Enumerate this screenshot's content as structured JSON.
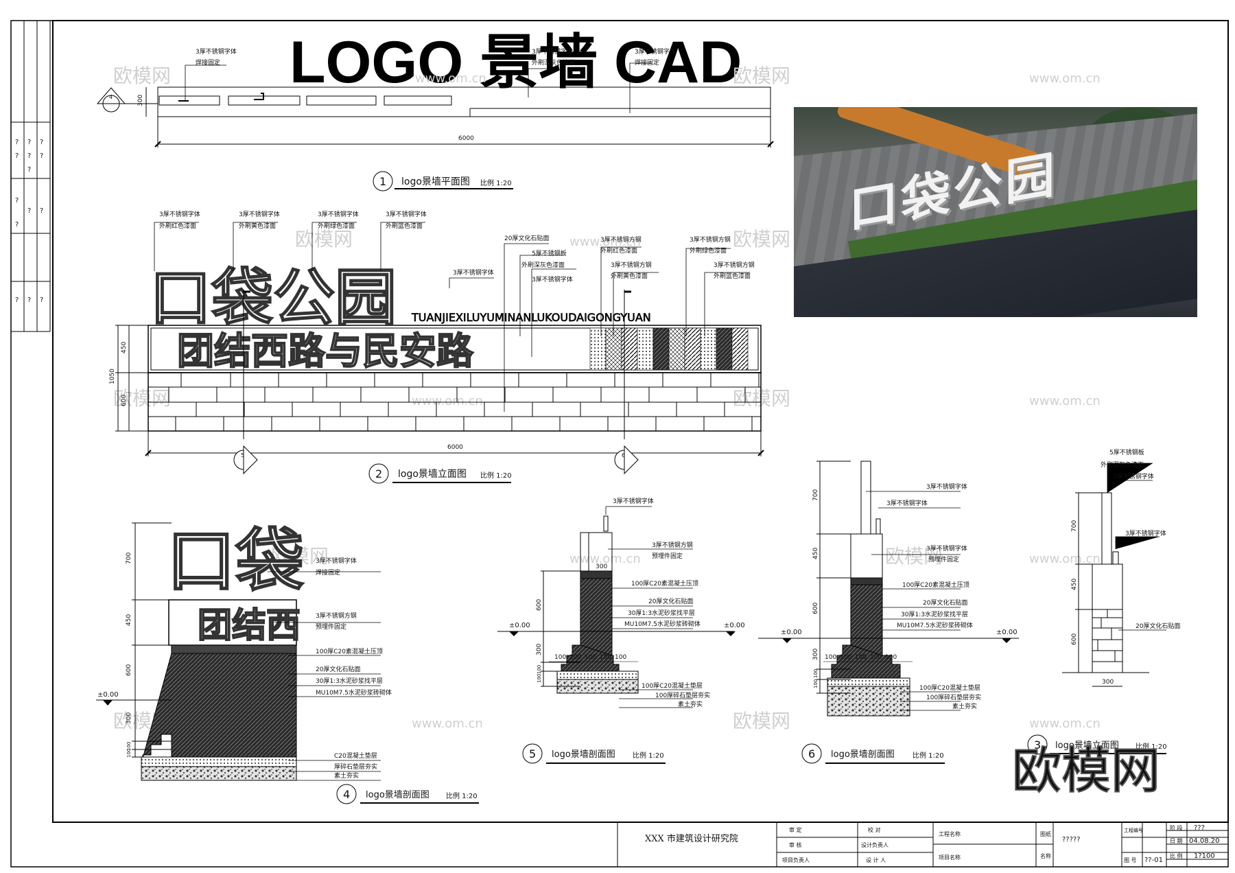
{
  "title": "LOGO 景墙 CAD",
  "watermark": "欧模网",
  "watermark_url": "www.om.cn",
  "left_strip_marks": [
    "?",
    "?",
    "?",
    "?",
    "?",
    "?",
    "?",
    "?",
    "?",
    "?",
    "?",
    "?",
    "?",
    "?"
  ],
  "plan": {
    "title": "logo景墙平面图",
    "num": "1",
    "scale": "比例 1:20",
    "dim_width": "6000",
    "dim_depth": "300",
    "section_mark": "4",
    "labels": [
      "3厚不锈钢字体",
      "焊接固定",
      "3厚不锈钢字体",
      "外刷深灰色漆面",
      "3厚不锈钢字体",
      "焊接固定"
    ]
  },
  "elevation": {
    "title": "logo景墙立面图",
    "num": "2",
    "scale": "比例 1:20",
    "dim_width": "6000",
    "dim_total": "1050",
    "dim_top": "450",
    "dim_bottom": "600",
    "big_text": "口袋公园",
    "pinyin": "TUANJIEXILUYUMINANLUKOUDAIGONGYUAN",
    "road_text": "团结西路与民安路",
    "sec5": "5",
    "sec6": "6",
    "labels_top": [
      {
        "a": "3厚不锈钢字体",
        "b": "外刷红色漆面"
      },
      {
        "a": "3厚不锈钢字体",
        "b": "外刷黄色漆面"
      },
      {
        "a": "3厚不锈钢字体",
        "b": "外刷绿色漆面"
      },
      {
        "a": "3厚不锈钢字体",
        "b": "外刷蓝色漆面"
      }
    ],
    "labels_mid": [
      "20厚文化石贴面",
      "5厚不锈钢板",
      "外刷深灰色漆面",
      "3厚不锈钢字体",
      "3厚不锈钢字体"
    ],
    "labels_right": [
      {
        "a": "3厚不锈钢方钢",
        "b": "外刷红色漆面"
      },
      {
        "a": "3厚不锈钢方钢",
        "b": "外刷黄色漆面"
      },
      {
        "a": "3厚不锈钢方钢",
        "b": "外刷绿色漆面"
      },
      {
        "a": "3厚不锈钢方钢",
        "b": "外刷蓝色漆面"
      }
    ]
  },
  "section4": {
    "title": "logo景墙剖面图",
    "num": "4",
    "scale": "比例 1:20",
    "big_text": "口袋",
    "sub_text": "团结西",
    "level": "±0.00",
    "dims": [
      "700",
      "450",
      "600",
      "300",
      "100",
      "100"
    ],
    "labels": [
      "3厚不锈钢字体",
      "焊接固定",
      "3厚不锈钢方钢",
      "预埋件固定",
      "100厚C20素混凝土压顶",
      "20厚文化石贴面",
      "30厚1:3水泥砂浆找平层",
      "MU10M7.5水泥砂浆砖砌体",
      "C20混凝土垫层",
      "厚碎石垫层夯实",
      "素土夯实"
    ]
  },
  "section5": {
    "title": "logo景墙剖面图",
    "num": "5",
    "scale": "比例 1:20",
    "level_l": "±0.00",
    "level_r": "±0.00",
    "dims": [
      "300",
      "600",
      "300",
      "100",
      "100"
    ],
    "base_dims": [
      "100",
      "100",
      "100",
      "100",
      "100"
    ],
    "labels": [
      "3厚不锈钢字体",
      "3厚不锈钢方钢",
      "预埋件固定",
      "100厚C20素混凝土压顶",
      "20厚文化石贴面",
      "30厚1:3水泥砂浆找平层",
      "MU10M7.5水泥砂浆砖砌体",
      "100厚C20混凝土垫层",
      "100厚碎石垫层夯实",
      "素土夯实"
    ]
  },
  "section6": {
    "title": "logo景墙剖面图",
    "num": "6",
    "scale": "比例 1:20",
    "level_l": "±0.00",
    "level_r": "±0.00",
    "dims": [
      "700",
      "450",
      "600",
      "300",
      "100",
      "100"
    ],
    "base_dims": [
      "100",
      "100",
      "100",
      "100",
      "100"
    ],
    "labels": [
      "3厚不锈钢字体",
      "3厚不锈钢字体",
      "3厚不锈钢字体",
      "预埋件固定",
      "100厚C20素混凝土压顶",
      "20厚文化石贴面",
      "30厚1:3水泥砂浆找平层",
      "MU10M7.5水泥砂浆砖砌体",
      "100厚C20混凝土垫层",
      "100厚碎石垫层夯实",
      "素土夯实"
    ]
  },
  "side": {
    "title": "logo景墙立面图",
    "num": "3",
    "scale": "比例 1:20",
    "dims": [
      "700",
      "450",
      "600"
    ],
    "width": "300",
    "labels": [
      "5厚不锈钢板",
      "外刷深灰色漆面",
      "3厚不锈钢字体",
      "3厚不锈钢字体",
      "20厚文化石贴面"
    ]
  },
  "photo_text": "口袋公园",
  "title_block": {
    "institute": "XXX 市建筑设计研究院",
    "roles": [
      "审 定",
      "审 核",
      "项目负责人"
    ],
    "roles2": [
      "校 对",
      "设计负责人",
      "设 计 人"
    ],
    "project_name": "工程名称",
    "item_name": "项目名称",
    "drawing": "图纸",
    "name": "名称",
    "drawing_name": "?????",
    "proj_no": "工程编号",
    "drawing_no": "图 号",
    "drawing_no_val": "??-01",
    "stage": "阶 段",
    "stage_val": "???",
    "date": "日 期",
    "date_val": "04.08.20",
    "scale": "比 例",
    "scale_val": "1?100"
  }
}
